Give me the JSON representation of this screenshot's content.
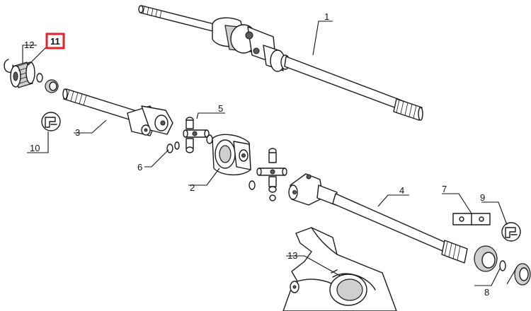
{
  "callouts": [
    {
      "id": "1",
      "label": "1",
      "highlighted": false
    },
    {
      "id": "2",
      "label": "2",
      "highlighted": false
    },
    {
      "id": "3",
      "label": "3",
      "highlighted": false
    },
    {
      "id": "4",
      "label": "4",
      "highlighted": false
    },
    {
      "id": "5",
      "label": "5",
      "highlighted": false
    },
    {
      "id": "6",
      "label": "6",
      "highlighted": false
    },
    {
      "id": "7",
      "label": "7",
      "highlighted": false
    },
    {
      "id": "8",
      "label": "8",
      "highlighted": false
    },
    {
      "id": "9",
      "label": "9",
      "highlighted": false
    },
    {
      "id": "10",
      "label": "10",
      "highlighted": false
    },
    {
      "id": "11",
      "label": "11",
      "highlighted": true
    },
    {
      "id": "12",
      "label": "12",
      "highlighted": false
    },
    {
      "id": "13",
      "label": "13",
      "highlighted": false
    }
  ],
  "colors": {
    "highlight": "#e0242b",
    "line": "#1a1a1a",
    "background": "#ffffff"
  }
}
